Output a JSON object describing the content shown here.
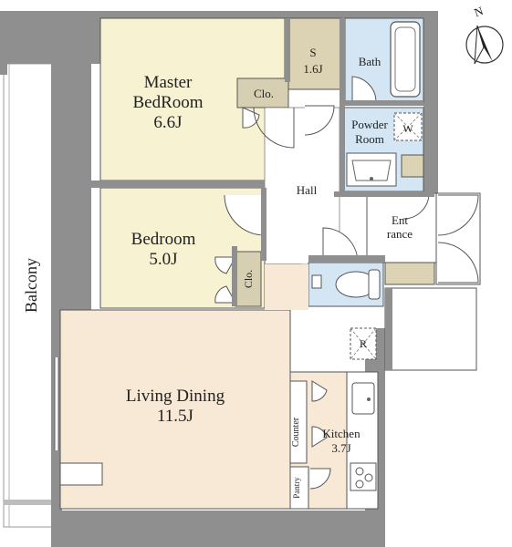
{
  "compass": {
    "north": "N"
  },
  "rooms": {
    "master": {
      "name": "Master",
      "name2": "BedRoom",
      "size": "6.6J"
    },
    "bedroom": {
      "name": "Bedroom",
      "size": "5.0J"
    },
    "living": {
      "name": "Living Dining",
      "size": "11.5J"
    },
    "kitchen": {
      "name": "Kitchen",
      "size": "3.7J"
    },
    "storage": {
      "name": "S",
      "size": "1.6J"
    },
    "bath": {
      "name": "Bath"
    },
    "powder": {
      "name": "Powder",
      "name2": "Room"
    },
    "hall": {
      "name": "Hall"
    },
    "entrance": {
      "name": "Ent",
      "name2": "rance"
    },
    "balcony": {
      "name": "Balcony"
    }
  },
  "labels": {
    "closet_master": "Clo.",
    "closet_bedroom": "Clo.",
    "washer": "W",
    "fridge": "R",
    "counter": "Counter",
    "pantry": "Pantry"
  },
  "colors": {
    "wall": "#8f8f8f",
    "bedroom_floor": "#f6f2d2",
    "living_floor": "#f8e9d6",
    "wet_area": "#d4e6f4",
    "storage_floor": "#dcd3b4",
    "closet_floor": "#d6cfb2"
  }
}
